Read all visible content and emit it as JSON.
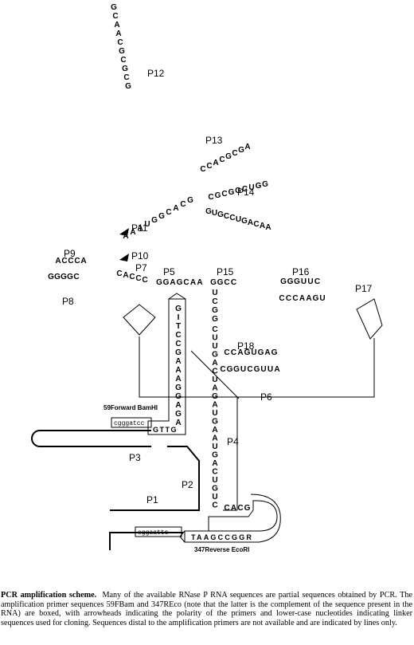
{
  "helix_labels": {
    "p1": "P1",
    "p2": "P2",
    "p3": "P3",
    "p4": "P4",
    "p5": "P5",
    "p6": "P6",
    "p7": "P7",
    "p8": "P8",
    "p9": "P9",
    "p10": "P10",
    "p11": "P11",
    "p12": "P12",
    "p13": "P13",
    "p14": "P14",
    "p15": "P15",
    "p16": "P16",
    "p17": "P17",
    "p18": "P18"
  },
  "primers": {
    "forward_name": "59Forward BamHI",
    "forward_linker": "cgggatcc",
    "reverse_name": "347Reverse EcoRI",
    "reverse_linker": "cggaattc",
    "reverse_seq": "TAAGCCGGR"
  },
  "sequences": {
    "p12_loop": [
      "G",
      "C",
      "A",
      "A",
      "C",
      "G",
      "C",
      "G",
      "C",
      "G"
    ],
    "p15_strand": [
      "U",
      "C",
      "G",
      "G"
    ],
    "p4_strand": [
      "C",
      "U",
      "U",
      "G",
      "A",
      "C",
      "U",
      "A",
      "G",
      "A",
      "U",
      "G",
      "A",
      "A",
      "U",
      "G",
      "A",
      "C",
      "U",
      "G",
      "U",
      "C"
    ],
    "p4_tail": "CACG",
    "p18_top": "CCAGUGAG",
    "p18_bottom": "CGGUCGUUA",
    "p16_top": "GGGUUC",
    "p16_bottom": "CCCAAGU",
    "p13_top": "CCACGCGA",
    "p14_top": "CGCGGCUGG",
    "p14_bottom": "GUGCCUGACAA",
    "p5_top": "GGAGCAA",
    "p7_top": "CACCC",
    "p9_top": "ACCCA",
    "p8_bottom": "GGGGC",
    "p15_top": "GGCC",
    "j_loop": "AAAUGGCACG"
  },
  "caption": {
    "title": "PCR amplification scheme.",
    "body": "Many of the available RNase P RNA sequences are partial sequences obtained by PCR. The amplification primer sequences 59FBam and 347REco (note that the latter is the complement of the sequence present in the RNA) are boxed, with arrowheads indicating the polarity of the primers and lower-case nucleotides indicating linker sequences used for cloning. Sequences distal to the amplification primers are not available and are indicated by lines only."
  },
  "colors": {
    "ink": "#000000",
    "paper": "#ffffff"
  }
}
